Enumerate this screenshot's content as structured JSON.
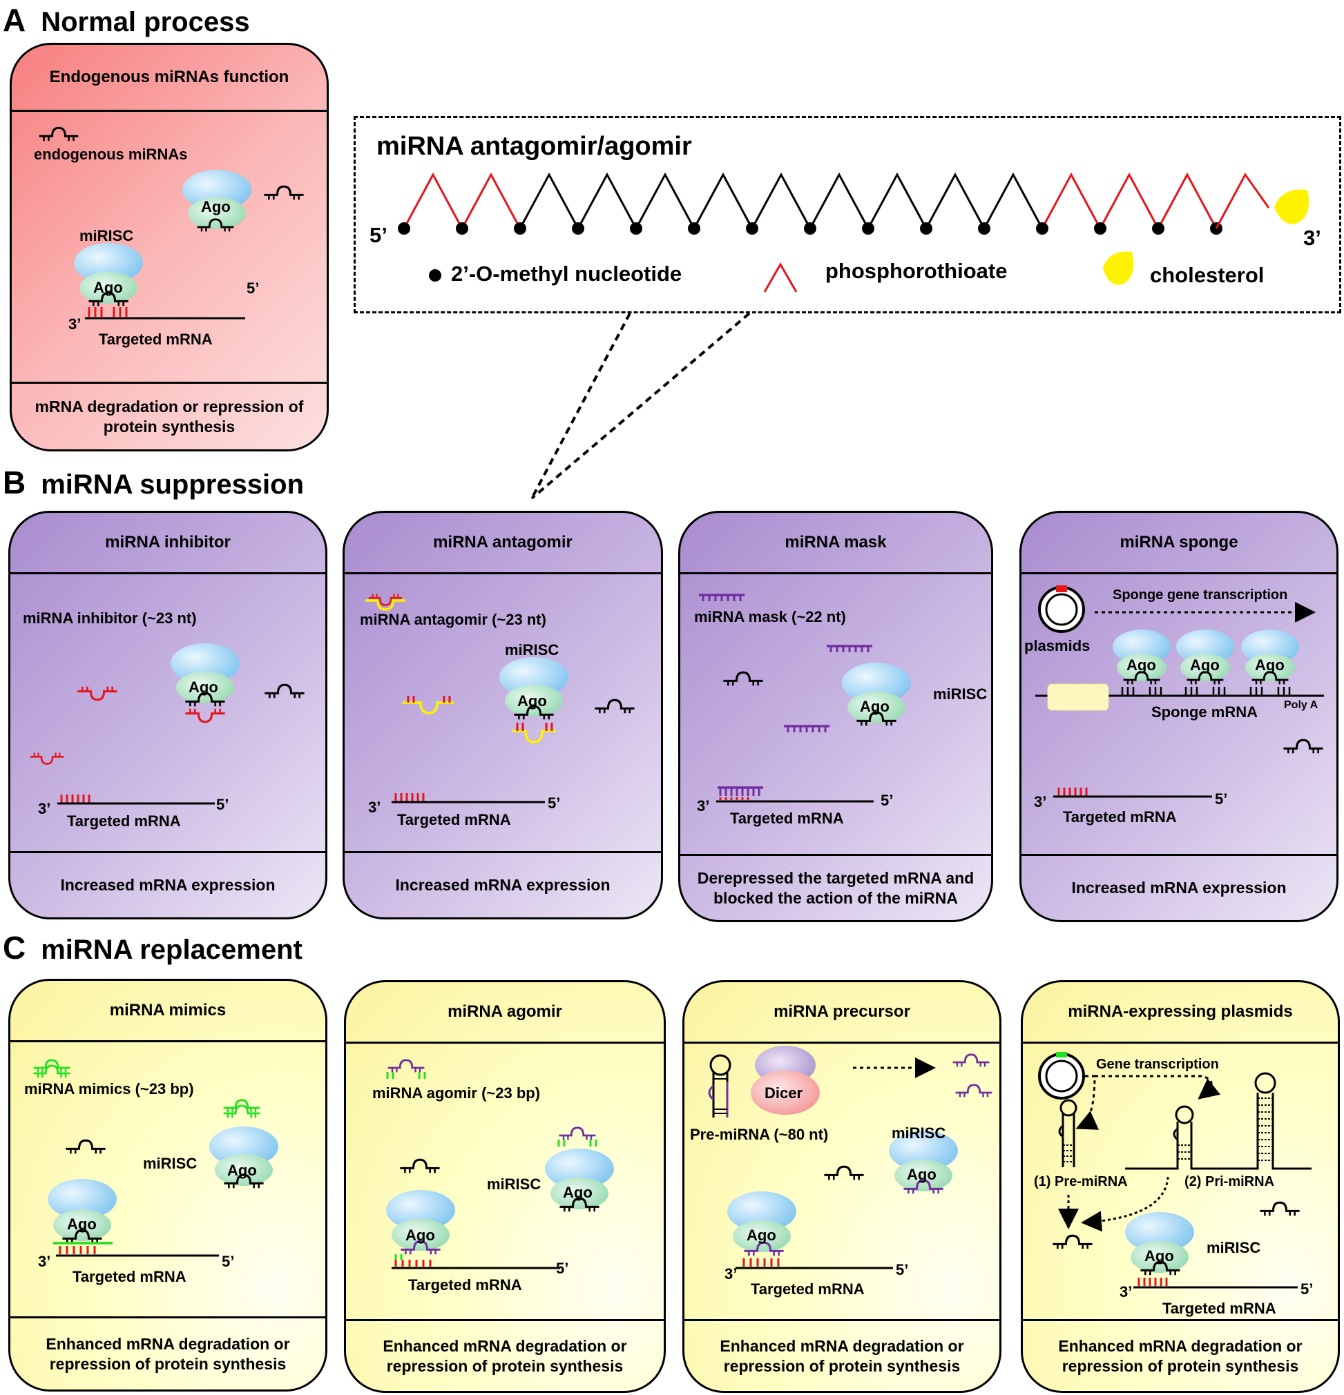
{
  "sections": {
    "a": {
      "letter": "A",
      "title": "Normal process"
    },
    "b": {
      "letter": "B",
      "title": "miRNA suppression"
    },
    "c": {
      "letter": "C",
      "title": "miRNA replacement"
    }
  },
  "normal": {
    "title": "Endogenous miRNAs  function",
    "endogenous_label": "endogenous miRNAs",
    "mirisc_label": "miRISC",
    "ago_label": "Ago",
    "three_prime": "3’",
    "five_prime": "5’",
    "mrna_label": "Targeted mRNA",
    "footer": "mRNA degradation or repression of protein synthesis"
  },
  "antagomir_detail": {
    "title": "miRNA antagomir/agomir",
    "five_prime": "5’",
    "three_prime": "3’",
    "legend": [
      {
        "label": "2’-O-methyl nucleotide",
        "icon": "black-dot"
      },
      {
        "label": "phosphorothioate",
        "icon": "red-chevron"
      },
      {
        "label": "cholesterol",
        "icon": "yellow-drop"
      }
    ],
    "colors": {
      "phosphorothioate": "#e8141b",
      "cholesterol": "#fff200"
    }
  },
  "suppression": {
    "inhibitor": {
      "title": "miRNA  inhibitor",
      "agent_label": "miRNA  inhibitor (~23 nt)",
      "ago_label": "Ago",
      "three_prime": "3’",
      "five_prime": "5’",
      "mrna_label": "Targeted mRNA",
      "footer": "Increased mRNA expression"
    },
    "antagomir": {
      "title": "miRNA  antagomir",
      "agent_label": "miRNA  antagomir (~23 nt)",
      "mirisc_label": "miRISC",
      "ago_label": "Ago",
      "three_prime": "3’",
      "five_prime": "5’",
      "mrna_label": "Targeted mRNA",
      "footer": "Increased mRNA expression"
    },
    "mask": {
      "title": "miRNA  mask",
      "agent_label": "miRNA  mask (~22 nt)",
      "mirisc_label": "miRISC",
      "ago_label": "Ago",
      "three_prime": "3’",
      "five_prime": "5’",
      "mrna_label": "Targeted mRNA",
      "footer": "Derepressed the targeted mRNA and blocked the action of the miRNA"
    },
    "sponge": {
      "title": "miRNA  sponge",
      "transcription_label": "Sponge gene transcription",
      "plasmid_label": "plasmids",
      "ago_label": "Ago",
      "sponge_label": "Sponge mRNA",
      "polya_label": "Poly A",
      "three_prime": "3’",
      "five_prime": "5’",
      "mrna_label": "Targeted mRNA",
      "footer": "Increased mRNA expression"
    }
  },
  "replacement": {
    "mimics": {
      "title": "miRNA  mimics",
      "agent_label": "miRNA  mimics (~23 bp)",
      "mirisc_label": "miRISC",
      "ago_label": "Ago",
      "three_prime": "3’",
      "five_prime": "5’",
      "mrna_label": "Targeted mRNA",
      "footer": "Enhanced mRNA degradation or repression of protein synthesis"
    },
    "agomir": {
      "title": "miRNA  agomir",
      "agent_label": "miRNA  agomir (~23 bp)",
      "mirisc_label": "miRISC",
      "ago_label": "Ago",
      "five_prime": "5’",
      "mrna_label": "Targeted mRNA",
      "footer": "Enhanced mRNA degradation or repression of protein synthesis"
    },
    "precursor": {
      "title": "miRNA  precursor",
      "dicer_label": "Dicer",
      "pre_label": "Pre-miRNA (~80 nt)",
      "mirisc_label": "miRISC",
      "ago_label": "Ago",
      "three_prime": "3’",
      "five_prime": "5’",
      "mrna_label": "Targeted mRNA",
      "footer": "Enhanced mRNA degradation or repression of protein synthesis"
    },
    "plasmids": {
      "title": "miRNA-expressing  plasmids",
      "transcription_label": "Gene transcription",
      "pre_label": "(1) Pre-miRNA",
      "pri_label": "(2) Pri-miRNA",
      "mirisc_label": "miRISC",
      "ago_label": "Ago",
      "three_prime": "3’",
      "five_prime": "5’",
      "mrna_label": "Targeted mRNA",
      "footer": "Enhanced mRNA degradation or repression of protein synthesis"
    }
  }
}
